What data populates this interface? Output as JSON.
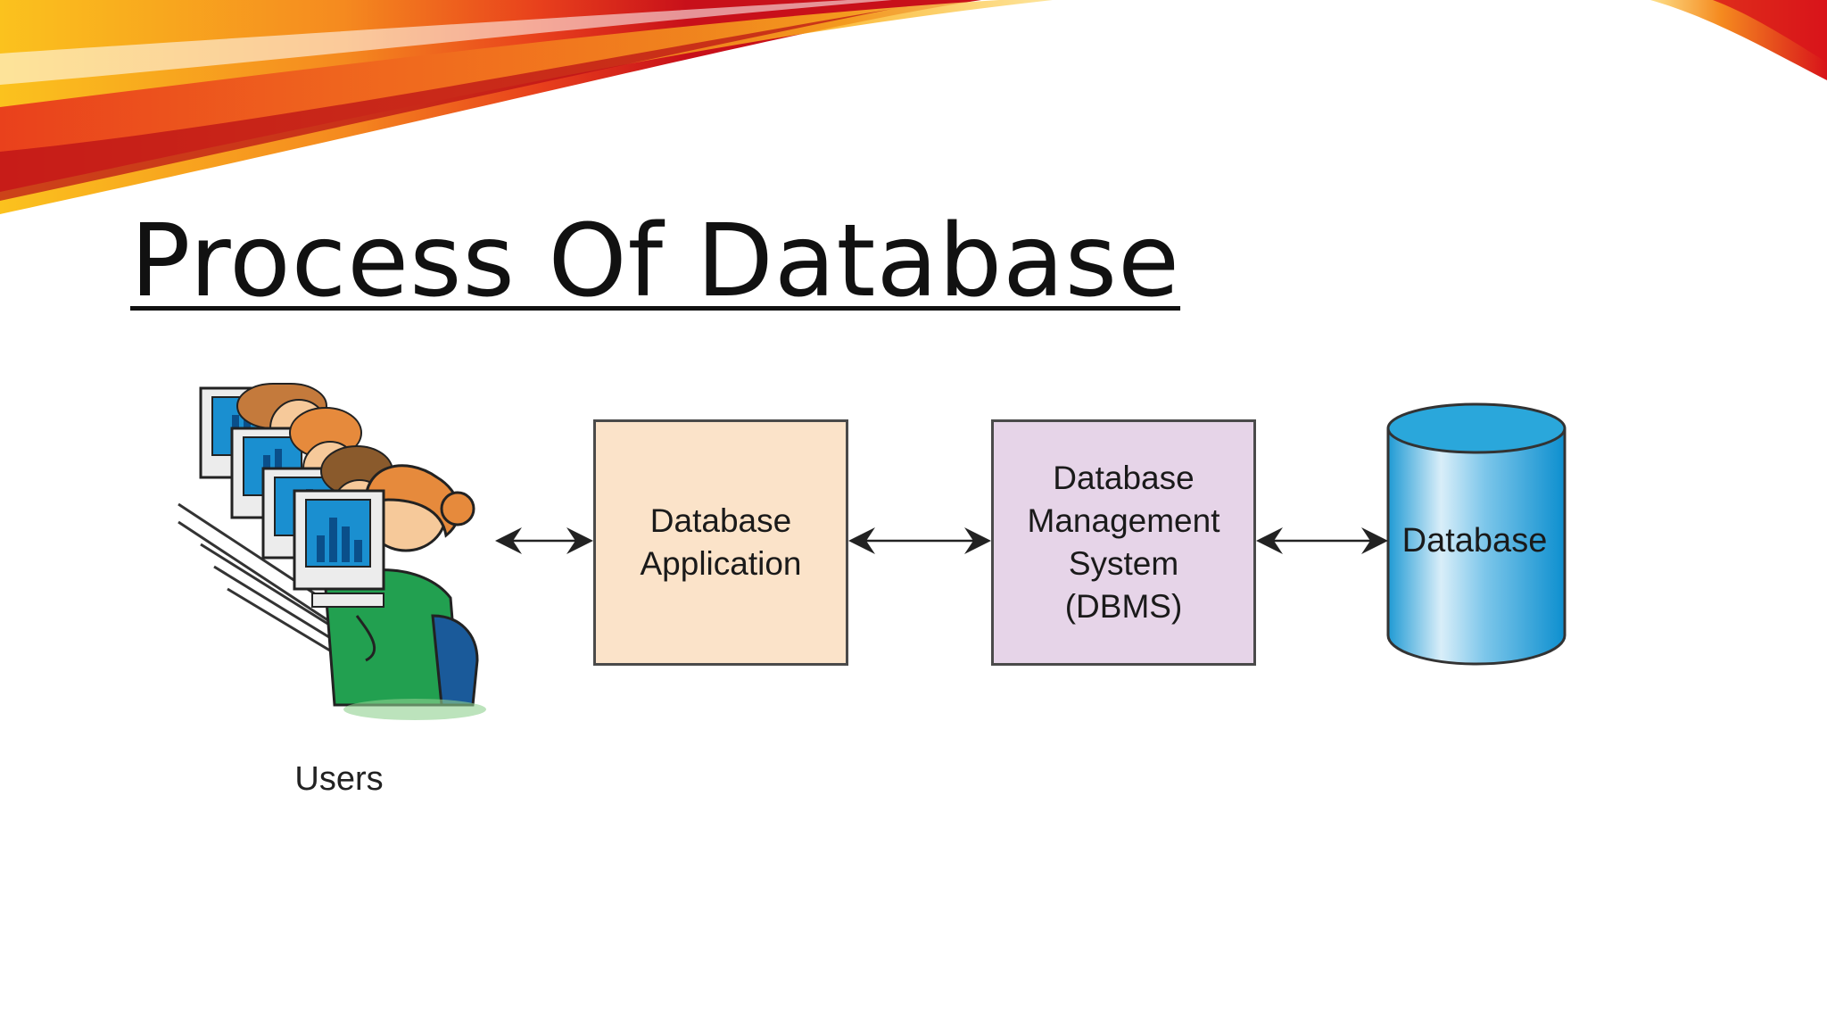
{
  "slide": {
    "title": "Process Of Database"
  },
  "diagram": {
    "users_label": "Users",
    "application_box": {
      "line1": "Database",
      "line2": "Application",
      "fill": "#fbe3c9"
    },
    "dbms_box": {
      "line1": "Database",
      "line2": "Management",
      "line3": "System",
      "line4": "(DBMS)",
      "fill": "#e6d4e8"
    },
    "database_cylinder": {
      "label": "Database",
      "fill": "#2aa7db"
    },
    "connections": [
      {
        "from": "Users",
        "to": "Database Application",
        "direction": "both"
      },
      {
        "from": "Database Application",
        "to": "Database Management System (DBMS)",
        "direction": "both"
      },
      {
        "from": "Database Management System (DBMS)",
        "to": "Database",
        "direction": "both"
      }
    ]
  },
  "theme": {
    "swoosh_colors": [
      "#c8101a",
      "#e8401c",
      "#f58a1f",
      "#fbc21e"
    ]
  }
}
